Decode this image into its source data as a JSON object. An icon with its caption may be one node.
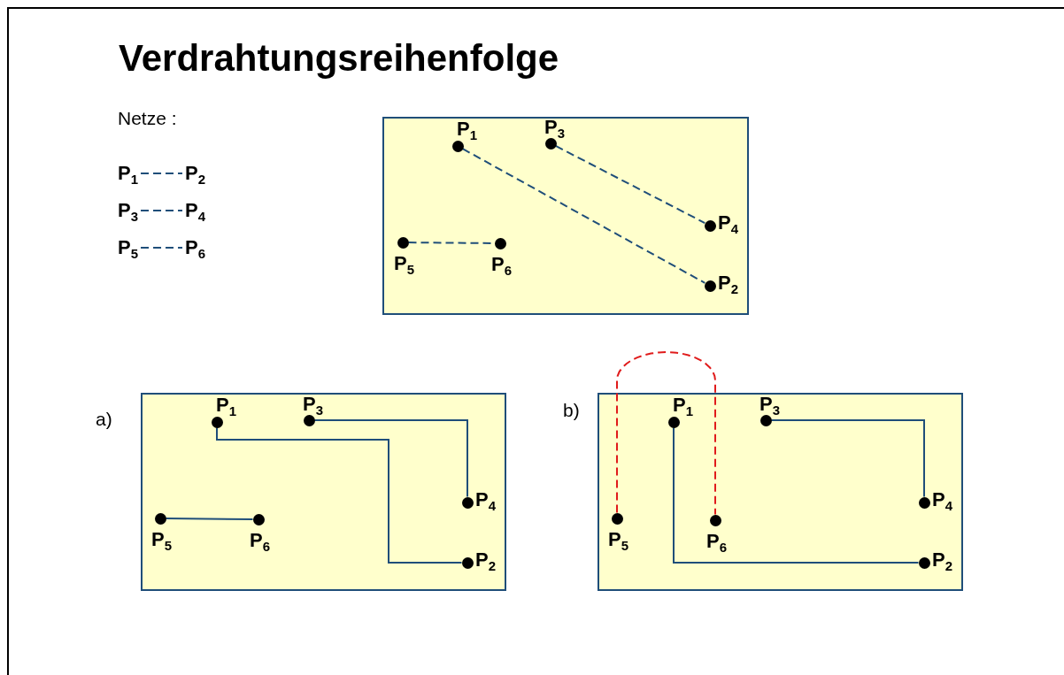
{
  "diagram": {
    "title": "Verdrahtungsreihenfolge",
    "nodes": [
      {
        "text": [],
        "shape": "box"
      },
      {
        "text": [
          "P$_{1}$"
        ],
        "in": 0
      },
      {
        "text": [
          "P$_{2}$"
        ],
        "in": 0
      },
      {
        "text": [
          "P$_{3}$"
        ],
        "in": 0
      },
      {
        "text": [
          "P$_{4}$"
        ],
        "in": 0
      },
      {
        "text": [
          "P$_{5}$"
        ],
        "in": 0
      },
      {
        "text": [
          "P$_{6}$"
        ],
        "in": 0
      },
      {
        "text": [],
        "shape": "box",
        "beside": [
          "a)"
        ]
      },
      {
        "text": [
          "P$_{1}$"
        ],
        "in": 7
      },
      {
        "text": [
          "P$_{2}$"
        ],
        "in": 7
      },
      {
        "text": [
          "P$_{3}$"
        ],
        "in": 7
      },
      {
        "text": [
          "P$_{4}$"
        ],
        "in": 7
      },
      {
        "text": [
          "P$_{5}$"
        ],
        "in": 7
      },
      {
        "text": [
          "P$_{6}$"
        ],
        "in": 7
      },
      {
        "text": [],
        "shape": "box",
        "beside": [
          "b)"
        ]
      },
      {
        "text": [
          "P$_{1}$"
        ],
        "in": 14
      },
      {
        "text": [
          "P$_{2}$"
        ],
        "in": 14
      },
      {
        "text": [
          "P$_{3}$"
        ],
        "in": 14
      },
      {
        "text": [
          "P$_{4}$"
        ],
        "in": 14
      },
      {
        "text": [
          "P$_{5}$"
        ],
        "in": 14
      },
      {
        "text": [
          "P$_{6}$"
        ],
        "in": 14
      },
      {
        "text": [
          "P$_{1}$"
        ]
      },
      {
        "text": [
          "P$_{2}$"
        ]
      },
      {
        "text": [
          "P$_{3}$"
        ]
      },
      {
        "text": [
          "P$_{4}$"
        ]
      },
      {
        "text": [
          "P$_{5}$"
        ]
      },
      {
        "text": [
          "P$_{6}$"
        ]
      }
    ],
    "edges": [
      {
        "from": 21,
        "to": 22,
        "arrow": "none",
        "style": "dashed"
      },
      {
        "from": 23,
        "to": 24,
        "arrow": "none",
        "style": "dashed"
      },
      {
        "from": 25,
        "to": 26,
        "arrow": "none",
        "style": "dashed"
      },
      {
        "from": 1,
        "to": 2,
        "arrow": "none",
        "style": "dashed"
      },
      {
        "from": 3,
        "to": 4,
        "arrow": "none",
        "style": "dashed"
      },
      {
        "from": 5,
        "to": 6,
        "arrow": "none",
        "style": "dashed"
      },
      {
        "from": 8,
        "to": 9,
        "arrow": "none"
      },
      {
        "from": 10,
        "to": 11,
        "arrow": "none"
      },
      {
        "from": 12,
        "to": 13,
        "arrow": "none"
      },
      {
        "from": 15,
        "to": 16,
        "arrow": "none"
      },
      {
        "from": 17,
        "to": 18,
        "arrow": "none"
      },
      {
        "from": 19,
        "to": 20,
        "arrow": "none",
        "style": "dashed",
        "color": "#e01b1b"
      }
    ],
    "labels": [
      "Netze :"
    ]
  }
}
